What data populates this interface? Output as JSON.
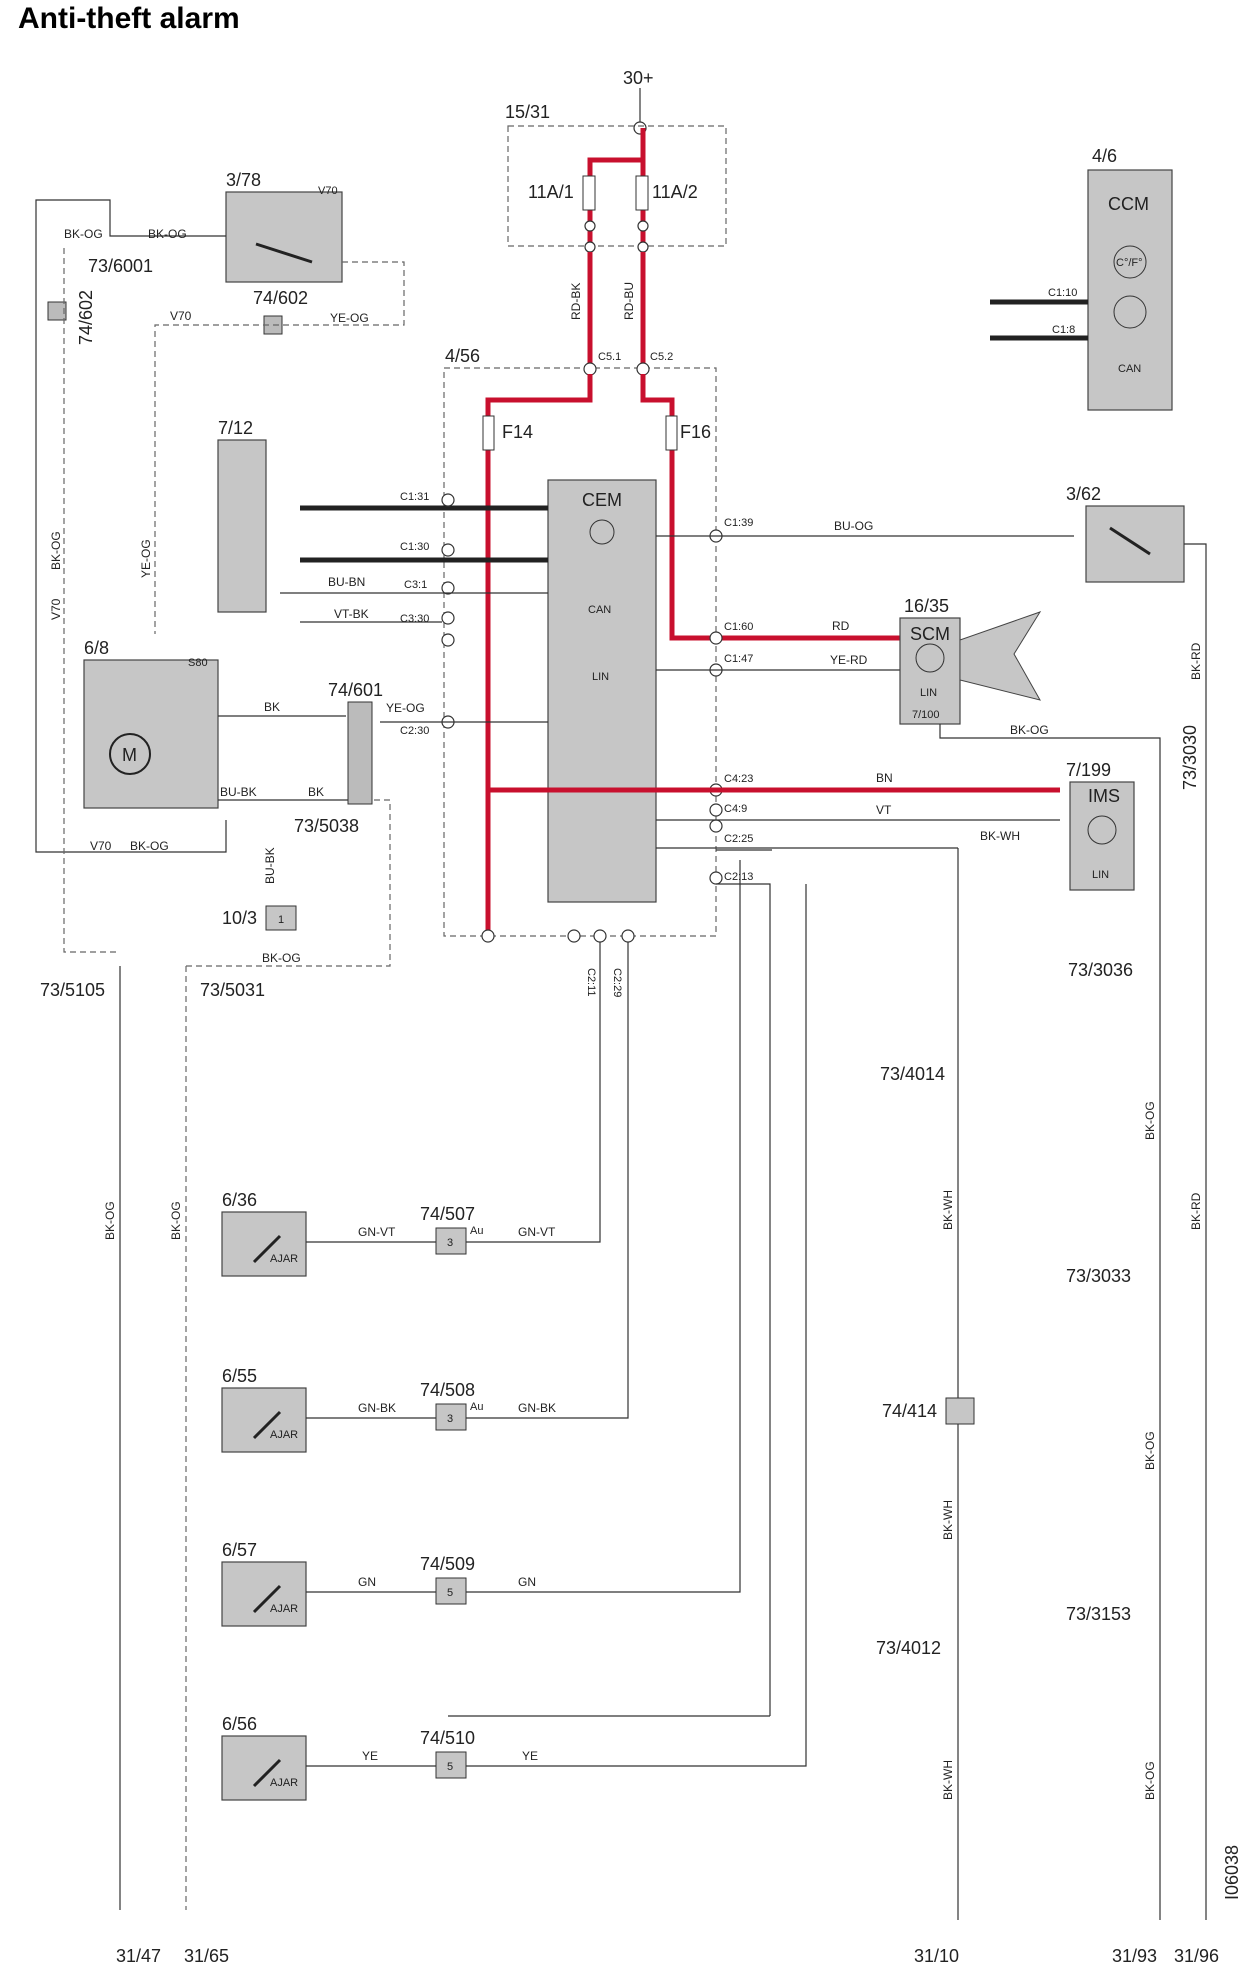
{
  "title": "Anti-theft alarm",
  "doc_id": "I06038",
  "supply": "30+",
  "components": {
    "fuse_box": {
      "id": "15/31",
      "fuse1": "11A/1",
      "fuse2": "11A/2"
    },
    "cem_box": {
      "id": "4/56",
      "module": "CEM",
      "fuse_a": "F14",
      "fuse_b": "F16",
      "can": "CAN",
      "lin": "LIN"
    },
    "ccm": {
      "id": "4/6",
      "name": "CCM",
      "temp": "C°/F°",
      "can": "CAN",
      "pin_a": "C1:10",
      "pin_b": "C1:8"
    },
    "switch_378": {
      "id": "3/78",
      "variant": "V70"
    },
    "switch_362": {
      "id": "3/62"
    },
    "sensor_712": {
      "id": "7/12"
    },
    "motor_68": {
      "id": "6/8",
      "variant": "S80",
      "symbol": "M"
    },
    "scm": {
      "id": "16/35",
      "name": "SCM",
      "sub": "7/100",
      "lin": "LIN"
    },
    "ims": {
      "id": "7/199",
      "name": "IMS",
      "lin": "LIN"
    },
    "ground_103": {
      "id": "10/3",
      "pin": "1"
    }
  },
  "cem_pins": [
    "C1:31",
    "C1:30",
    "C3:1",
    "C3:30",
    "C2:30",
    "C1:39",
    "C1:60",
    "C1:47",
    "C4:23",
    "C4:9",
    "C2:25",
    "C2:13",
    "C2:11",
    "C2:29",
    "C5.1",
    "C5.2"
  ],
  "door_switches": [
    {
      "id": "6/36",
      "conn": "74/507",
      "pin": "3",
      "wire": "GN-VT",
      "au": "Au"
    },
    {
      "id": "6/55",
      "conn": "74/508",
      "pin": "3",
      "wire": "GN-BK",
      "au": "Au"
    },
    {
      "id": "6/57",
      "conn": "74/509",
      "pin": "5",
      "wire": "GN",
      "au": ""
    },
    {
      "id": "6/56",
      "conn": "74/510",
      "pin": "5",
      "wire": "YE",
      "au": ""
    }
  ],
  "ajar": "AJAR",
  "connectors": {
    "c74_602": "74/602",
    "c74_601": "74/601",
    "c74_414": "74/414",
    "s73_6001": "73/6001",
    "s73_5038": "73/5038",
    "s73_5105": "73/5105",
    "s73_5031": "73/5031",
    "s73_3030": "73/3030",
    "s73_3036": "73/3036",
    "s73_4014": "73/4014",
    "s73_3033": "73/3033",
    "s73_3153": "73/3153",
    "s73_4012": "73/4012"
  },
  "grounds": [
    "31/47",
    "31/65",
    "31/10",
    "31/93",
    "31/96"
  ],
  "wires": {
    "rd_bk": "RD-BK",
    "rd_bu": "RD-BU",
    "bk_og": "BK-OG",
    "ye_og": "YE-OG",
    "bu_bn": "BU-BN",
    "vt_bk": "VT-BK",
    "bk": "BK",
    "bu_bk": "BU-BK",
    "bu_og": "BU-OG",
    "rd": "RD",
    "ye_rd": "YE-RD",
    "bn": "BN",
    "vt": "VT",
    "bk_wh": "BK-WH",
    "bk_rd": "BK-RD",
    "v70": "V70"
  }
}
